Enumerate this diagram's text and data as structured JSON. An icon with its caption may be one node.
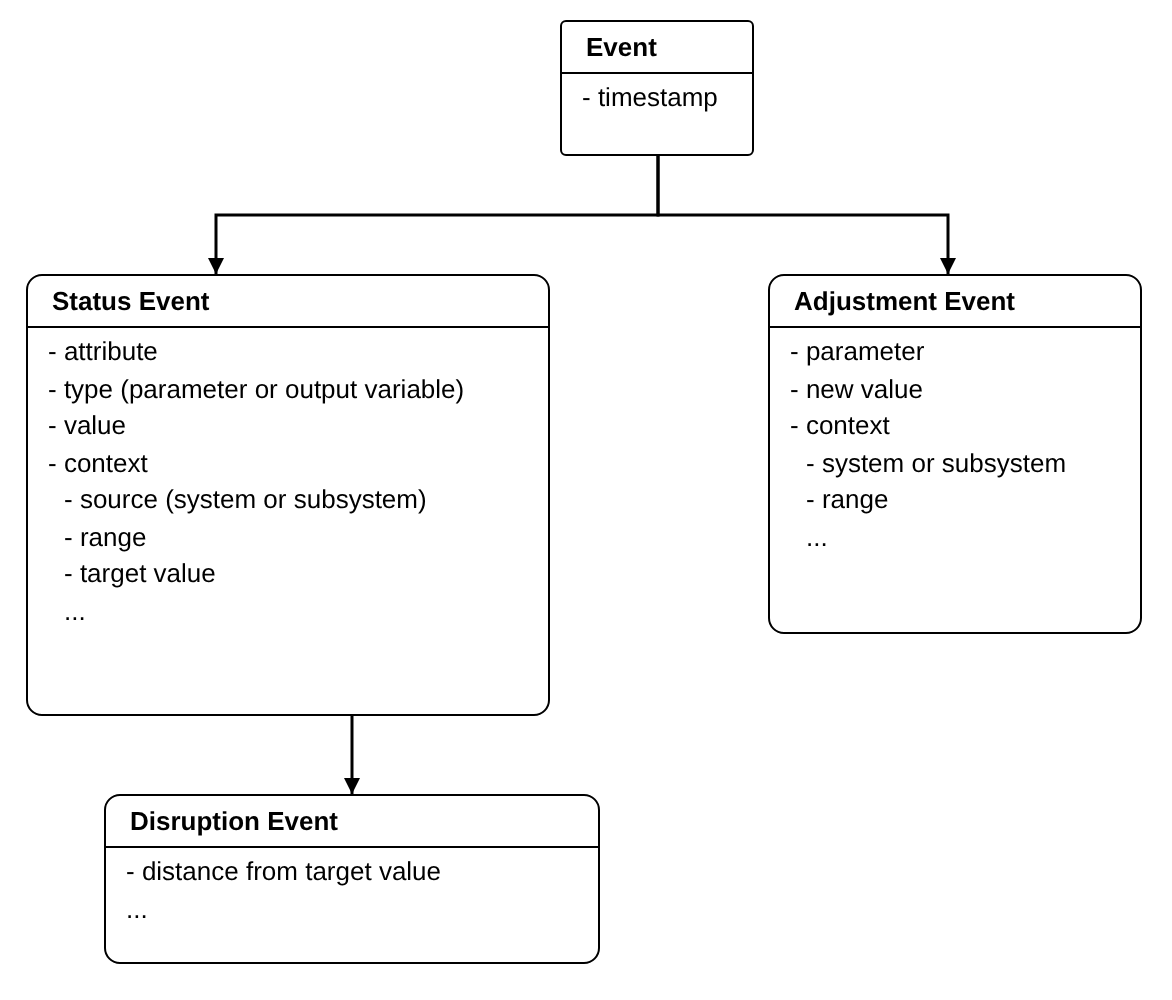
{
  "diagram": {
    "nodes": [
      {
        "text": [
          "Event",
          "- timestamp"
        ]
      },
      {
        "text": [
          "Status Event",
          "- attribute",
          "- type (parameter or output variable)",
          "- value",
          "- context",
          "- source (system or subsystem)",
          "- range",
          "- target value",
          "..."
        ]
      },
      {
        "text": [
          "Adjustment Event",
          "- parameter",
          "- new value",
          "- context",
          "- system or subsystem",
          "- range",
          "..."
        ]
      },
      {
        "text": [
          "Disruption Event",
          "- distance from target value",
          "..."
        ]
      }
    ],
    "edges": [
      {
        "from": 0,
        "to": 1,
        "arrow": "to"
      },
      {
        "from": 0,
        "to": 2,
        "arrow": "to"
      },
      {
        "from": 1,
        "to": 3,
        "arrow": "to"
      }
    ]
  }
}
